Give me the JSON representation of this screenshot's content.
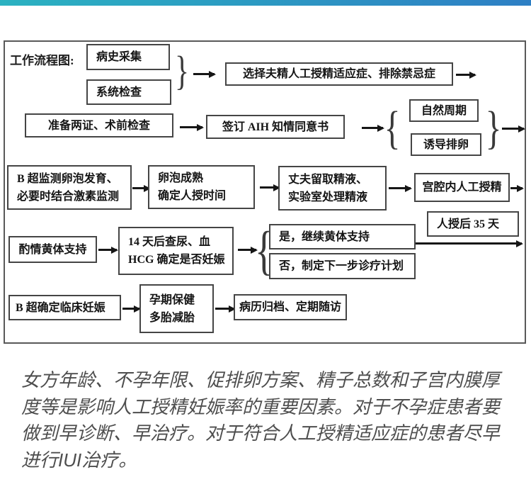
{
  "page": {
    "top_bar": {
      "gradient_left": "#2bb2c1",
      "gradient_right": "#2e7fc4"
    }
  },
  "flowchart": {
    "title_label": "工作流程图:",
    "icons": {
      "brace_open": "{",
      "brace_close": "}"
    },
    "nodes": {
      "history": "病史采集",
      "system_exam": "系统检查",
      "indication": "选择夫精人工授精适应症、排除禁忌症",
      "certificates": "准备两证、术前检查",
      "consent": "签订 AIH 知情同意书",
      "natural_cycle": "自然周期",
      "induced_ovulation": "诱导排卵",
      "b_ultrasound_monitor": "B 超监测卵泡发育、\n必要时结合激素监测",
      "follicle_mature": "卵泡成熟\n确定人授时间",
      "semen_handling": "丈夫留取精液、\n实验室处理精液",
      "iui": "宫腔内人工授精",
      "after_35_days": "人授后 35 天",
      "luteal_support": "酌情黄体支持",
      "hcg_test": "14 天后查尿、血\nHCG 确定是否妊娠",
      "yes_continue": "是，继续黄体支持",
      "no_plan": "否，制定下一步诊疗计划",
      "clinical_pregnancy": "B 超确定临床妊娠",
      "prenatal_care": "孕期保健\n多胎减胎",
      "archive_followup": "病历归档、定期随访"
    }
  },
  "caption": {
    "text": "女方年龄、不孕年限、促排卵方案、精子总数和子宫内膜厚度等是影响人工授精妊娠率的重要因素。对于不孕症患者要做到早诊断、早治疗。对于符合人工授精适应症的患者尽早进行IUI治疗。"
  }
}
